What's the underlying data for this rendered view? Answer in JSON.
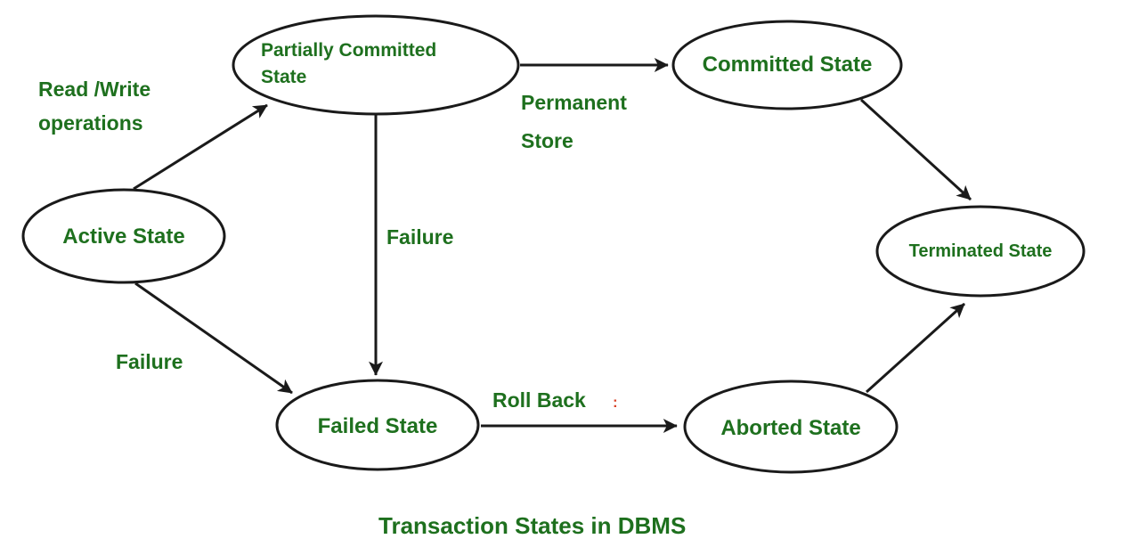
{
  "diagram": {
    "title": "Transaction States in DBMS",
    "colors": {
      "text_green": "#1e701e",
      "stroke": "#1a1a1a",
      "artifact_red": "#d9442a",
      "bg": "#ffffff"
    },
    "nodes": {
      "partially_committed": {
        "label": "Partially Committed State"
      },
      "committed": {
        "label": "Committed State"
      },
      "active": {
        "label": "Active State"
      },
      "terminated": {
        "label": "Terminated State"
      },
      "failed": {
        "label": "Failed State"
      },
      "aborted": {
        "label": "Aborted State"
      }
    },
    "edges": {
      "read_write": {
        "label": "Read /Write operations"
      },
      "permanent_store": {
        "label": "Permanent Store"
      },
      "failure_mid": {
        "label": "Failure"
      },
      "failure_lower": {
        "label": "Failure"
      },
      "roll_back": {
        "label": "Roll Back"
      }
    },
    "stray_mark": ":"
  }
}
